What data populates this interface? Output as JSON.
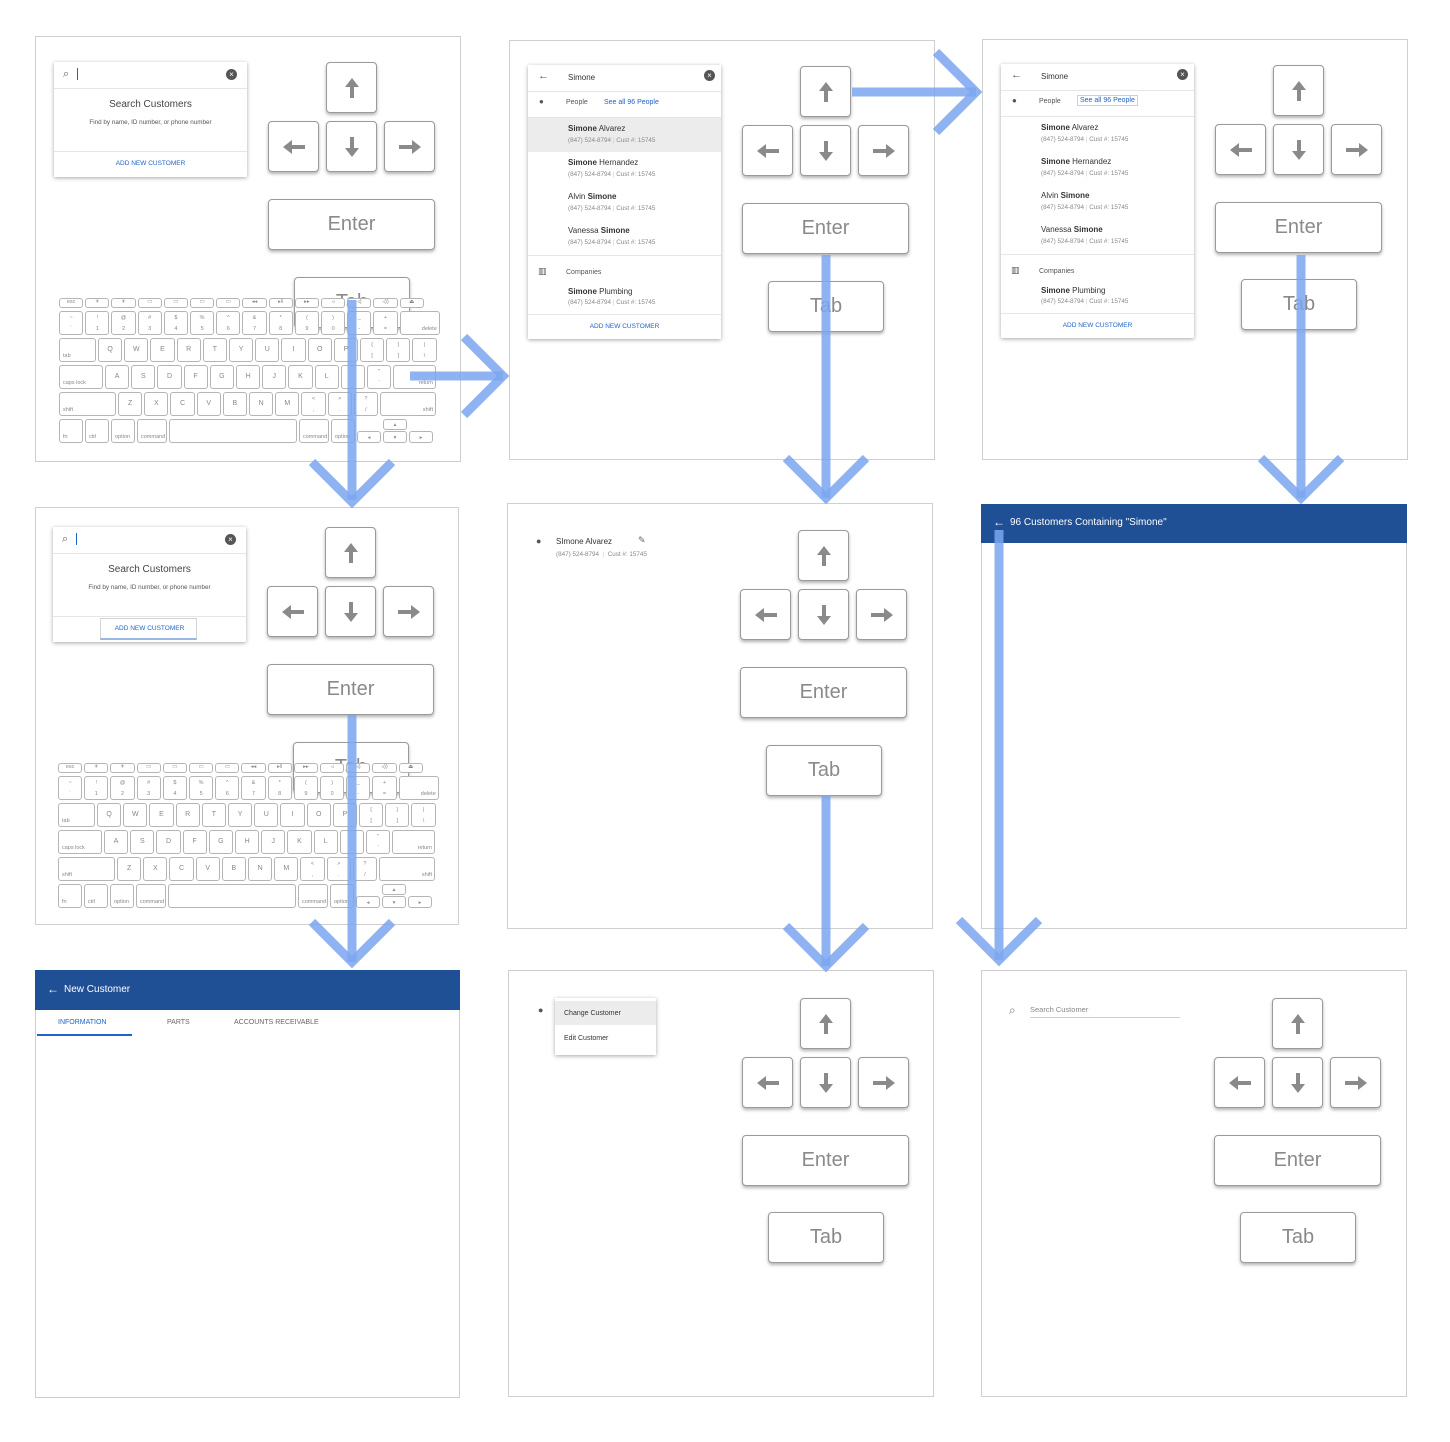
{
  "keys": {
    "enter": "Enter",
    "tab": "Tab"
  },
  "search_empty": {
    "title": "Search Customers",
    "hint": "Find by name, ID number, or phone number",
    "add": "ADD NEW CUSTOMER"
  },
  "results": {
    "query": "Simone",
    "people_label": "People",
    "see_all": "See all 96 People",
    "companies_label": "Companies",
    "add": "ADD NEW CUSTOMER",
    "phone": "(847) 524-8794",
    "cust": "Cust #: 15745",
    "people": [
      {
        "pre": "",
        "bold": "Simone",
        "post": " Alvarez"
      },
      {
        "pre": "",
        "bold": "Simone",
        "post": " Hernandez"
      },
      {
        "pre": "Alvin ",
        "bold": "Simone",
        "post": ""
      },
      {
        "pre": "Vanessa ",
        "bold": "Simone",
        "post": ""
      }
    ],
    "company": {
      "bold": "Simone",
      "post": " Plumbing"
    }
  },
  "selected_customer": {
    "name": "SImone Alvarez",
    "phone": "(847) 524-8794",
    "cust": "Cust #: 15745"
  },
  "menu": {
    "items": [
      "Change Customer",
      "Edit Customer"
    ]
  },
  "all_results": {
    "title": "96 Customers Containing \"Simone\""
  },
  "new_customer": {
    "title": "New Customer",
    "tabs": [
      "INFORMATION",
      "PARTS",
      "ACCOUNTS RECEIVABLE"
    ]
  },
  "search_field": {
    "placeholder": "Search Customer"
  },
  "keyboard": {
    "row0": [
      "esc",
      "☀",
      "☀",
      "▭",
      "▭",
      "▭",
      "▭",
      "◂◂",
      "▸‖",
      "▸▸",
      "◃",
      "◃)",
      "◃))",
      "⏏"
    ],
    "row1": [
      [
        "~",
        "`"
      ],
      [
        "!",
        "1"
      ],
      [
        "@",
        "2"
      ],
      [
        "#",
        "3"
      ],
      [
        "$",
        "4"
      ],
      [
        "%",
        "5"
      ],
      [
        "^",
        "6"
      ],
      [
        "&",
        "7"
      ],
      [
        "*",
        "8"
      ],
      [
        "(",
        "9"
      ],
      [
        ")",
        "0"
      ],
      [
        "_",
        "-"
      ],
      [
        "+",
        "="
      ]
    ],
    "row1_end": "delete",
    "row2_start": "tab",
    "row2": [
      "Q",
      "W",
      "E",
      "R",
      "T",
      "Y",
      "U",
      "I",
      "O",
      "P",
      [
        "{",
        "["
      ],
      [
        "}",
        "]"
      ],
      [
        "|",
        "\\"
      ]
    ],
    "row3_start": "caps lock",
    "row3": [
      "A",
      "S",
      "D",
      "F",
      "G",
      "H",
      "J",
      "K",
      "L",
      [
        ":",
        ";"
      ],
      [
        "\"",
        "'"
      ]
    ],
    "row3_end": "return",
    "row4_start": "shift",
    "row4": [
      "Z",
      "X",
      "C",
      "V",
      "B",
      "N",
      "M",
      [
        "<",
        ","
      ],
      [
        ">",
        "."
      ],
      [
        "?",
        "/"
      ]
    ],
    "row4_end": "shift",
    "row5": [
      "fn",
      "ctrl",
      "option",
      "command",
      "",
      "command",
      "option"
    ],
    "colors": {
      "arrow": "#7ba6f0",
      "appbar": "#1f4f95",
      "link": "#1e63c8"
    }
  }
}
